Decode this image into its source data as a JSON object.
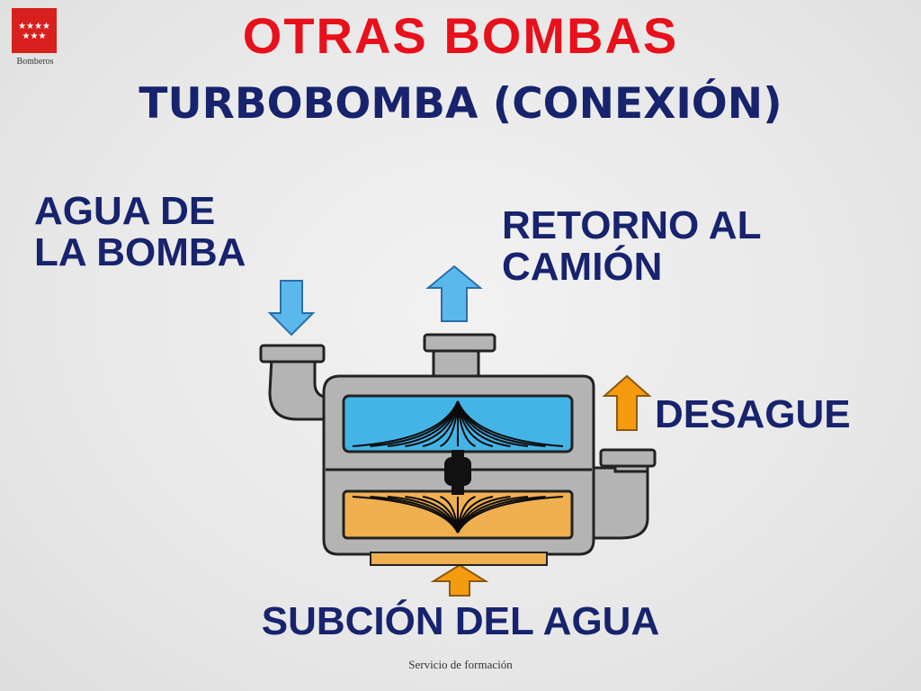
{
  "header": {
    "logo_caption": "Bomberos",
    "title": "OTRAS BOMBAS",
    "subtitle": "TURBOBOMBA (CONEXIÓN)"
  },
  "diagram": {
    "labels": {
      "water_in_line1": "AGUA DE",
      "water_in_line2": "LA BOMBA",
      "return_line1": "RETORNO AL",
      "return_line2": "CAMIÓN",
      "drain": "DESAGUE",
      "suction": "SUBCIÓN DEL AGUA"
    },
    "colors": {
      "inlet_arrow": "#5bb8ec",
      "outlet_arrow": "#f59b10",
      "turbine_chamber": "#43b4e6",
      "pump_chamber": "#f0b050",
      "housing": "#b4b4b4",
      "shaft": "#111111"
    }
  },
  "footer": {
    "text": "Servicio de formación"
  }
}
